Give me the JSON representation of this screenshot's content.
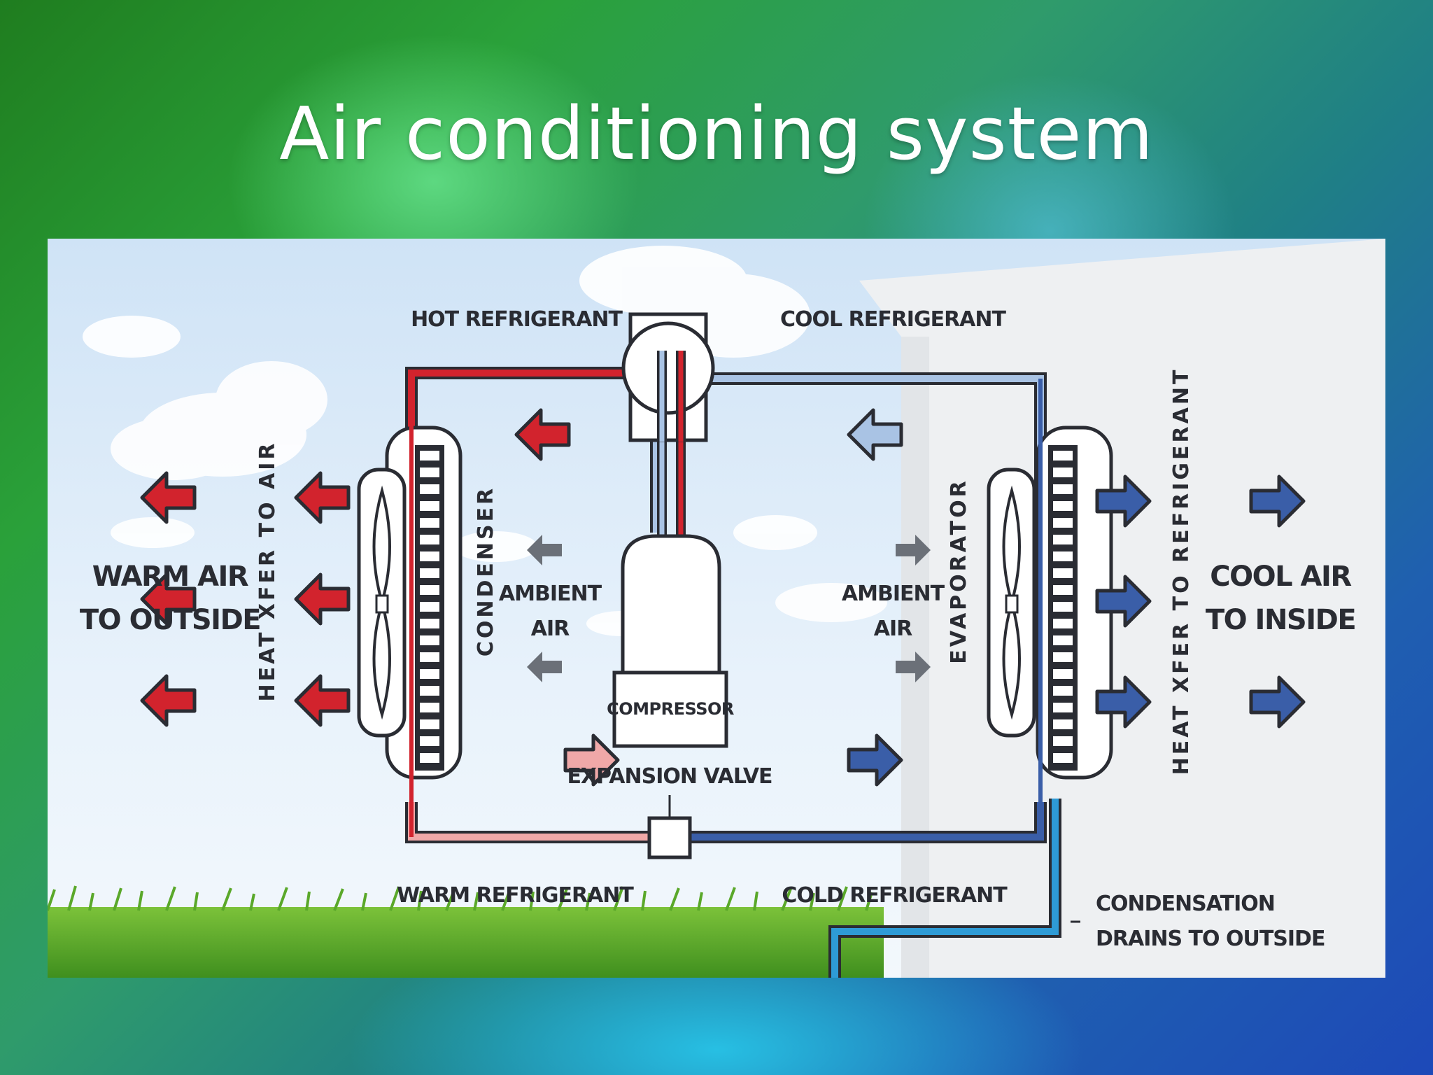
{
  "slide": {
    "title": "Air conditioning system"
  },
  "diagram": {
    "labels": {
      "hot_refrigerant": "HOT REFRIGERANT",
      "cool_refrigerant": "COOL REFRIGERANT",
      "warm_refrigerant": "WARM REFRIGERANT",
      "cold_refrigerant": "COLD REFRIGERANT",
      "warm_air_line1": "WARM AIR",
      "warm_air_line2": "TO OUTSIDE",
      "cool_air_line1": "COOL AIR",
      "cool_air_line2": "TO INSIDE",
      "heat_xfer_left": "HEAT XFER TO AIR",
      "heat_xfer_right": "HEAT XFER TO REFRIGERANT",
      "condenser": "CONDENSER",
      "evaporator": "EVAPORATOR",
      "ambient_air_left_line1": "AMBIENT",
      "ambient_air_left_line2": "AIR",
      "ambient_air_right_line1": "AMBIENT",
      "ambient_air_right_line2": "AIR",
      "compressor": "COMPRESSOR",
      "expansion_valve": "EXPANSION VALVE",
      "condensation_line1": "CONDENSATION",
      "condensation_line2": "DRAINS TO OUTSIDE"
    },
    "colors": {
      "hot": "#d2232d",
      "cool": "#a9c3e4",
      "warm": "#f0a8a8",
      "cold": "#3a5ea8",
      "ambient": "#6b7078",
      "drain": "#2e9bd6",
      "outline": "#2a2c33"
    }
  }
}
